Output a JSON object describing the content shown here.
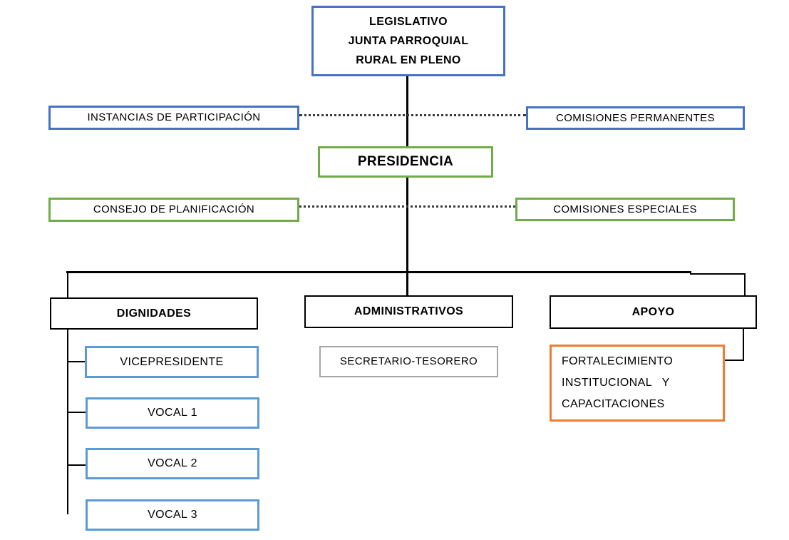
{
  "colors": {
    "blue": "#4472C4",
    "light_blue": "#5B9BD5",
    "green": "#70AD47",
    "orange": "#ED7D31",
    "gray": "#A6A6A6",
    "black": "#000000"
  },
  "org": {
    "legislativo": {
      "line1": "LEGISLATIVO",
      "line2": "JUNTA PARROQUIAL",
      "line3": "RURAL EN PLENO"
    },
    "instancias": {
      "label": "INSTANCIAS DE PARTICIPACIÓN"
    },
    "comisiones_permanentes": {
      "label": "COMISIONES PERMANENTES"
    },
    "presidencia": {
      "label": "PRESIDENCIA"
    },
    "consejo_planificacion": {
      "label": "CONSEJO DE PLANIFICACIÓN"
    },
    "comisiones_especiales": {
      "label": "COMISIONES ESPECIALES"
    },
    "dignidades": {
      "label": "DIGNIDADES"
    },
    "administrativos": {
      "label": "ADMINISTRATIVOS"
    },
    "apoyo": {
      "label": "APOYO"
    },
    "vicepresidente": {
      "label": "VICEPRESIDENTE"
    },
    "vocal1": {
      "label": "VOCAL 1"
    },
    "vocal2": {
      "label": "VOCAL 2"
    },
    "vocal3": {
      "label": "VOCAL 3"
    },
    "secretario_tesorero": {
      "label": "SECRETARIO-TESORERO"
    },
    "fortalecimiento": {
      "line1": "FORTALECIMIENTO",
      "line2": "INSTITUCIONAL   Y",
      "line3": "CAPACITACIONES"
    }
  }
}
